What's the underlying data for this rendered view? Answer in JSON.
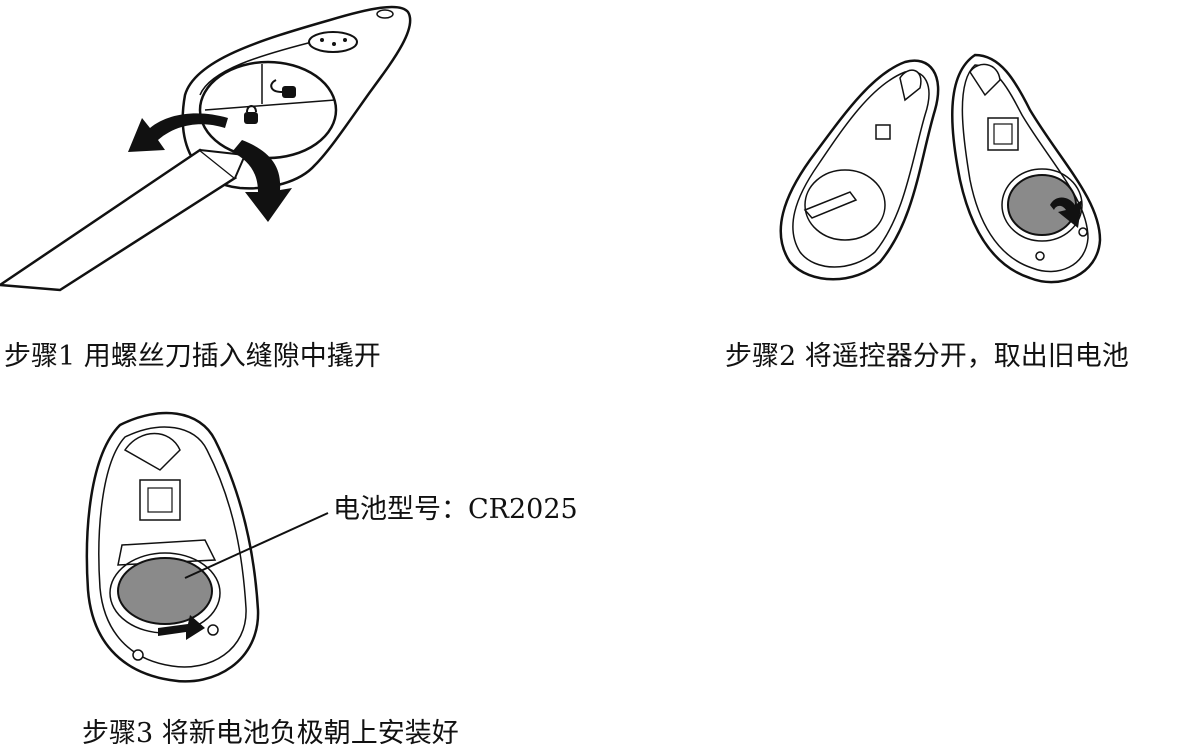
{
  "steps": [
    {
      "caption": "步骤1 用螺丝刀插入缝隙中撬开"
    },
    {
      "caption": "步骤2 将遥控器分开，取出旧电池"
    },
    {
      "caption": "步骤3 将新电池负极朝上安装好"
    }
  ],
  "battery_callout": "电池型号：CR2025"
}
